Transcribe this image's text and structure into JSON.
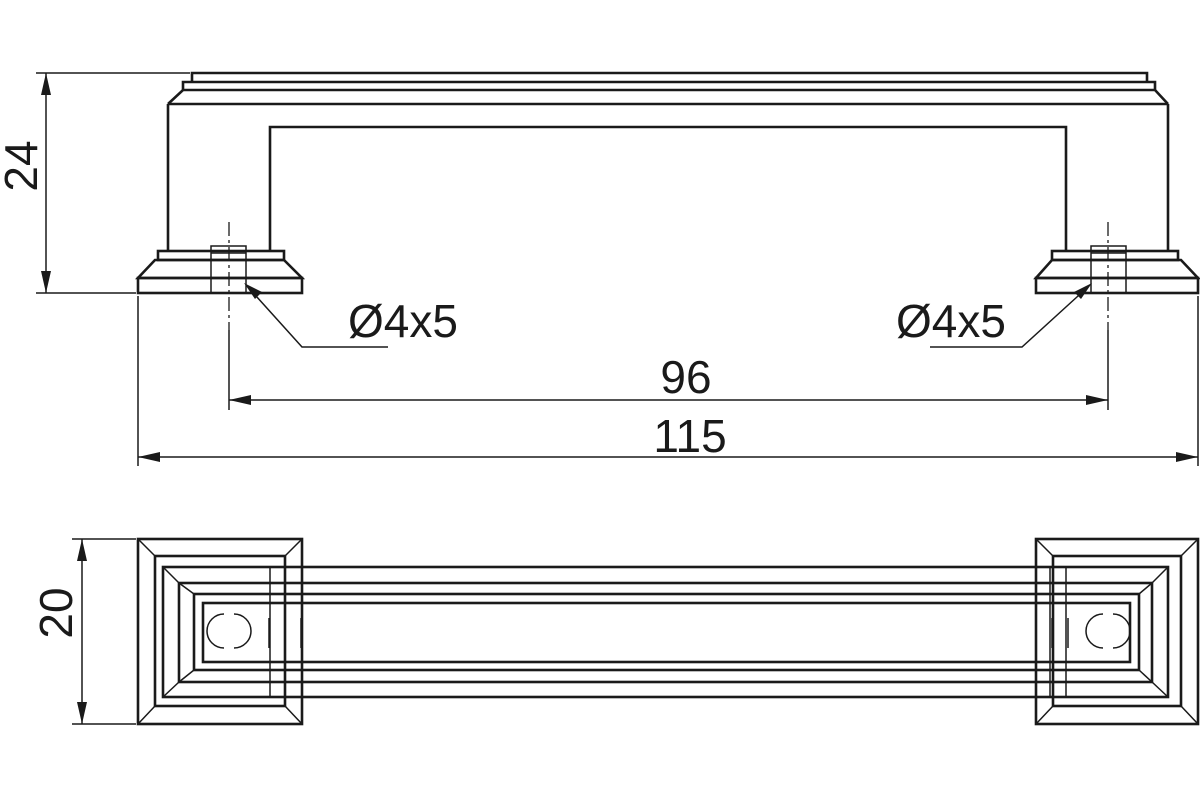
{
  "dimensions": {
    "height_side": "24",
    "hole_left": "Ø4x5",
    "hole_right": "Ø4x5",
    "center_distance": "96",
    "overall_length": "115",
    "width_top": "20"
  }
}
